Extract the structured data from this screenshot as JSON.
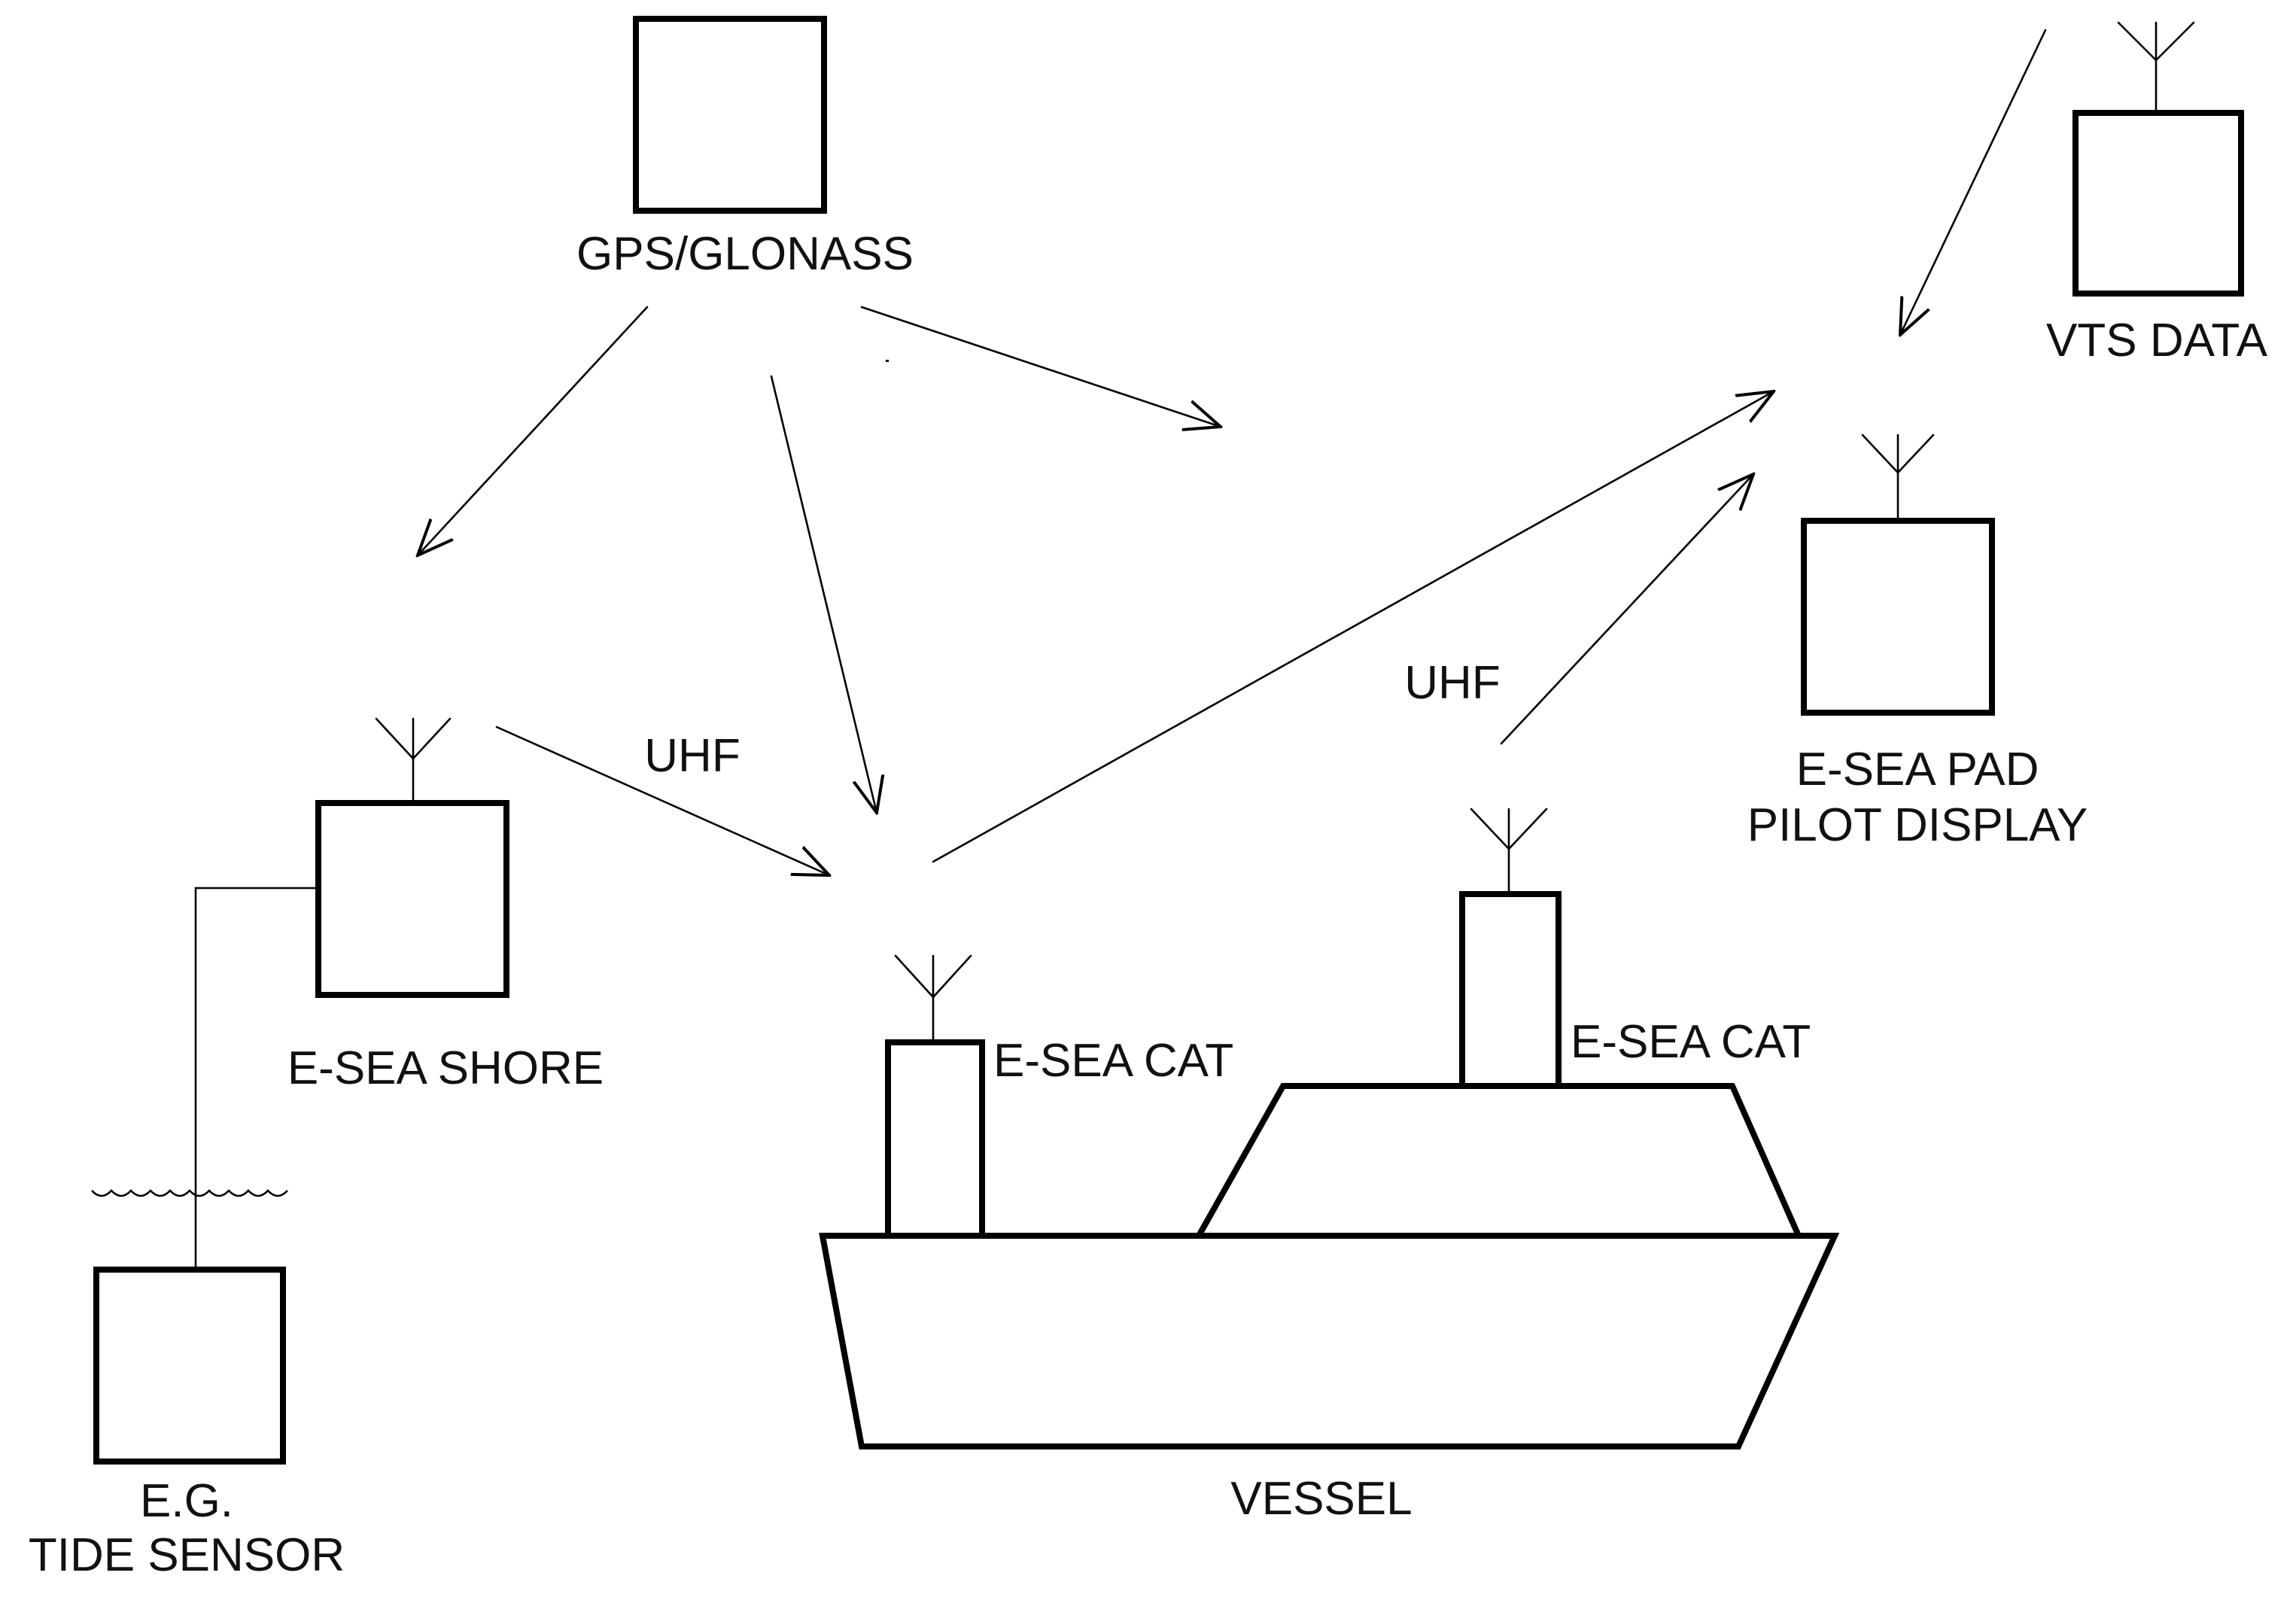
{
  "labels": {
    "gps": "GPS/GLONASS",
    "vts": "VTS DATA",
    "pad_line1": "E-SEA PAD",
    "pad_line2": "PILOT DISPLAY",
    "shore": "E-SEA SHORE",
    "tide_line1": "E.G.",
    "tide_line2": "TIDE SENSOR",
    "cat_left": "E-SEA CAT",
    "cat_right": "E-SEA CAT",
    "vessel": "VESSEL",
    "uhf_left": "UHF",
    "uhf_right": "UHF"
  }
}
